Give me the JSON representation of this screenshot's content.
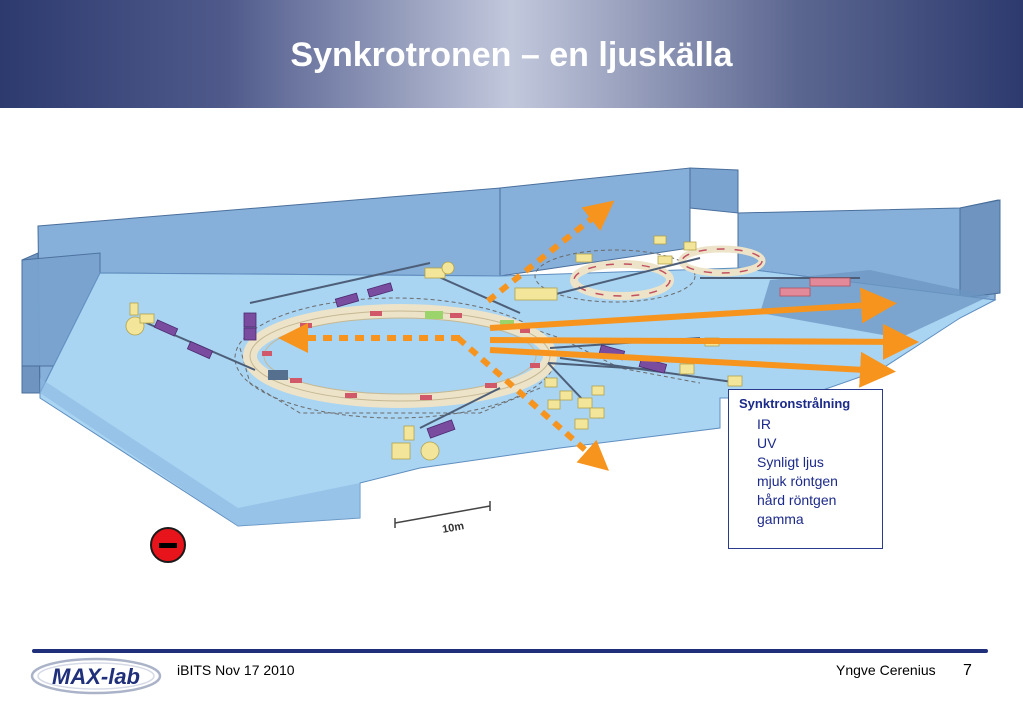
{
  "slide": {
    "title": "Synkrotronen – en ljuskälla",
    "page_number": "7"
  },
  "legend": {
    "title": "Synktronstrålning",
    "items": [
      "IR",
      "UV",
      "Synligt ljus",
      "mjuk röntgen",
      "hård röntgen",
      "gamma"
    ]
  },
  "diagram": {
    "scale_label": "10m"
  },
  "footer": {
    "event": "iBITS Nov 17 2010",
    "author": "Yngve Cerenius",
    "logo_text": "MAX-lab"
  },
  "colors": {
    "floor": "#a9d4f2",
    "wall": "#7ea7cf",
    "arrow": "#f7941d",
    "ring": "#ede3c8",
    "magnet": "#7a4ca0",
    "legend_text": "#1c2a8a",
    "footer_line": "#1f2f7a",
    "minus_badge": "#e8141b"
  }
}
